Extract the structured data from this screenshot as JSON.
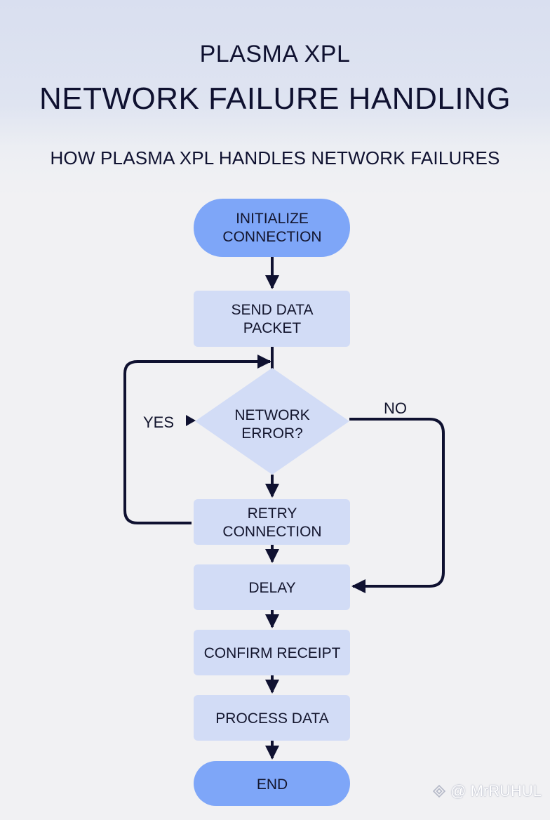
{
  "header": {
    "title_line1": "PLASMA XPL",
    "title_line2": "NETWORK FAILURE HANDLING",
    "subtitle": "HOW PLASMA XPL HANDLES NETWORK FAILURES"
  },
  "colors": {
    "terminal_fill": "#7ea6f8",
    "process_fill": "#d2dcf6",
    "decision_fill": "#d2dcf6",
    "connector": "#0f1130",
    "text": "#13152d"
  },
  "flowchart": {
    "nodes": [
      {
        "id": "init",
        "type": "terminal",
        "lines": [
          "INITIALIZE",
          "CONNECTION"
        ]
      },
      {
        "id": "send",
        "type": "process",
        "lines": [
          "SEND DATA",
          "PACKET"
        ]
      },
      {
        "id": "decision",
        "type": "decision",
        "lines": [
          "NETWORK",
          "ERROR?"
        ]
      },
      {
        "id": "retry",
        "type": "process",
        "lines": [
          "RETRY",
          "CONNECTION"
        ]
      },
      {
        "id": "delay",
        "type": "process",
        "lines": [
          "DELAY"
        ]
      },
      {
        "id": "confirm",
        "type": "process",
        "lines": [
          "CONFIRM RECEIPT"
        ]
      },
      {
        "id": "process",
        "type": "process",
        "lines": [
          "PROCESS DATA"
        ]
      },
      {
        "id": "end",
        "type": "terminal",
        "lines": [
          "END"
        ]
      }
    ],
    "edges": [
      {
        "from": "init",
        "to": "send",
        "label": ""
      },
      {
        "from": "send",
        "to": "decision",
        "label": ""
      },
      {
        "from": "decision",
        "to": "retry",
        "label": "YES"
      },
      {
        "from": "decision",
        "to": "delay",
        "label": "NO"
      },
      {
        "from": "retry",
        "to": "send",
        "label": ""
      },
      {
        "from": "retry",
        "to": "delay",
        "label": ""
      },
      {
        "from": "delay",
        "to": "confirm",
        "label": ""
      },
      {
        "from": "confirm",
        "to": "process",
        "label": ""
      },
      {
        "from": "process",
        "to": "end",
        "label": ""
      }
    ],
    "labels": {
      "yes": "YES",
      "no": "NO"
    }
  },
  "watermark": {
    "icon": "binance-diamond-icon",
    "text": "@ MrRUHUL"
  }
}
